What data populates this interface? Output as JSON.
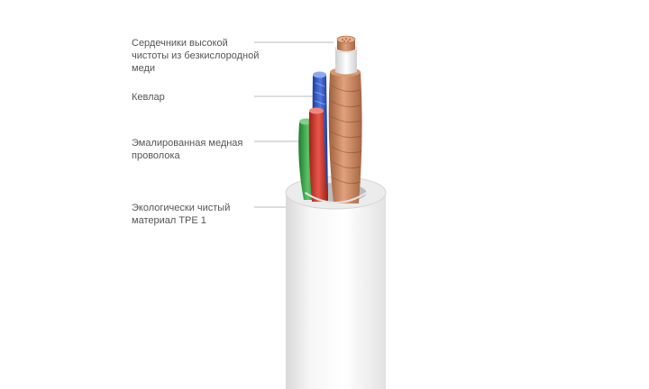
{
  "labels": [
    {
      "lines": [
        "Сердечники высокой",
        "чистоты из безкислородной",
        "меди"
      ]
    },
    {
      "lines": [
        "Кевлар"
      ]
    },
    {
      "lines": [
        "Эмалированная медная",
        "проволока"
      ]
    },
    {
      "lines": [
        "Экологически чистый",
        "материал TPE 1"
      ]
    }
  ],
  "colors": {
    "label_text": "#555555",
    "leader_line": "#bbbbbb",
    "jacket": "#f2f2f2",
    "copper": "#c98a62",
    "kevlar_blue": "#2f58c9",
    "red_wire": "#d03a2c",
    "green_wire": "#3da24b",
    "inner_sheath": "#eeeeee"
  }
}
